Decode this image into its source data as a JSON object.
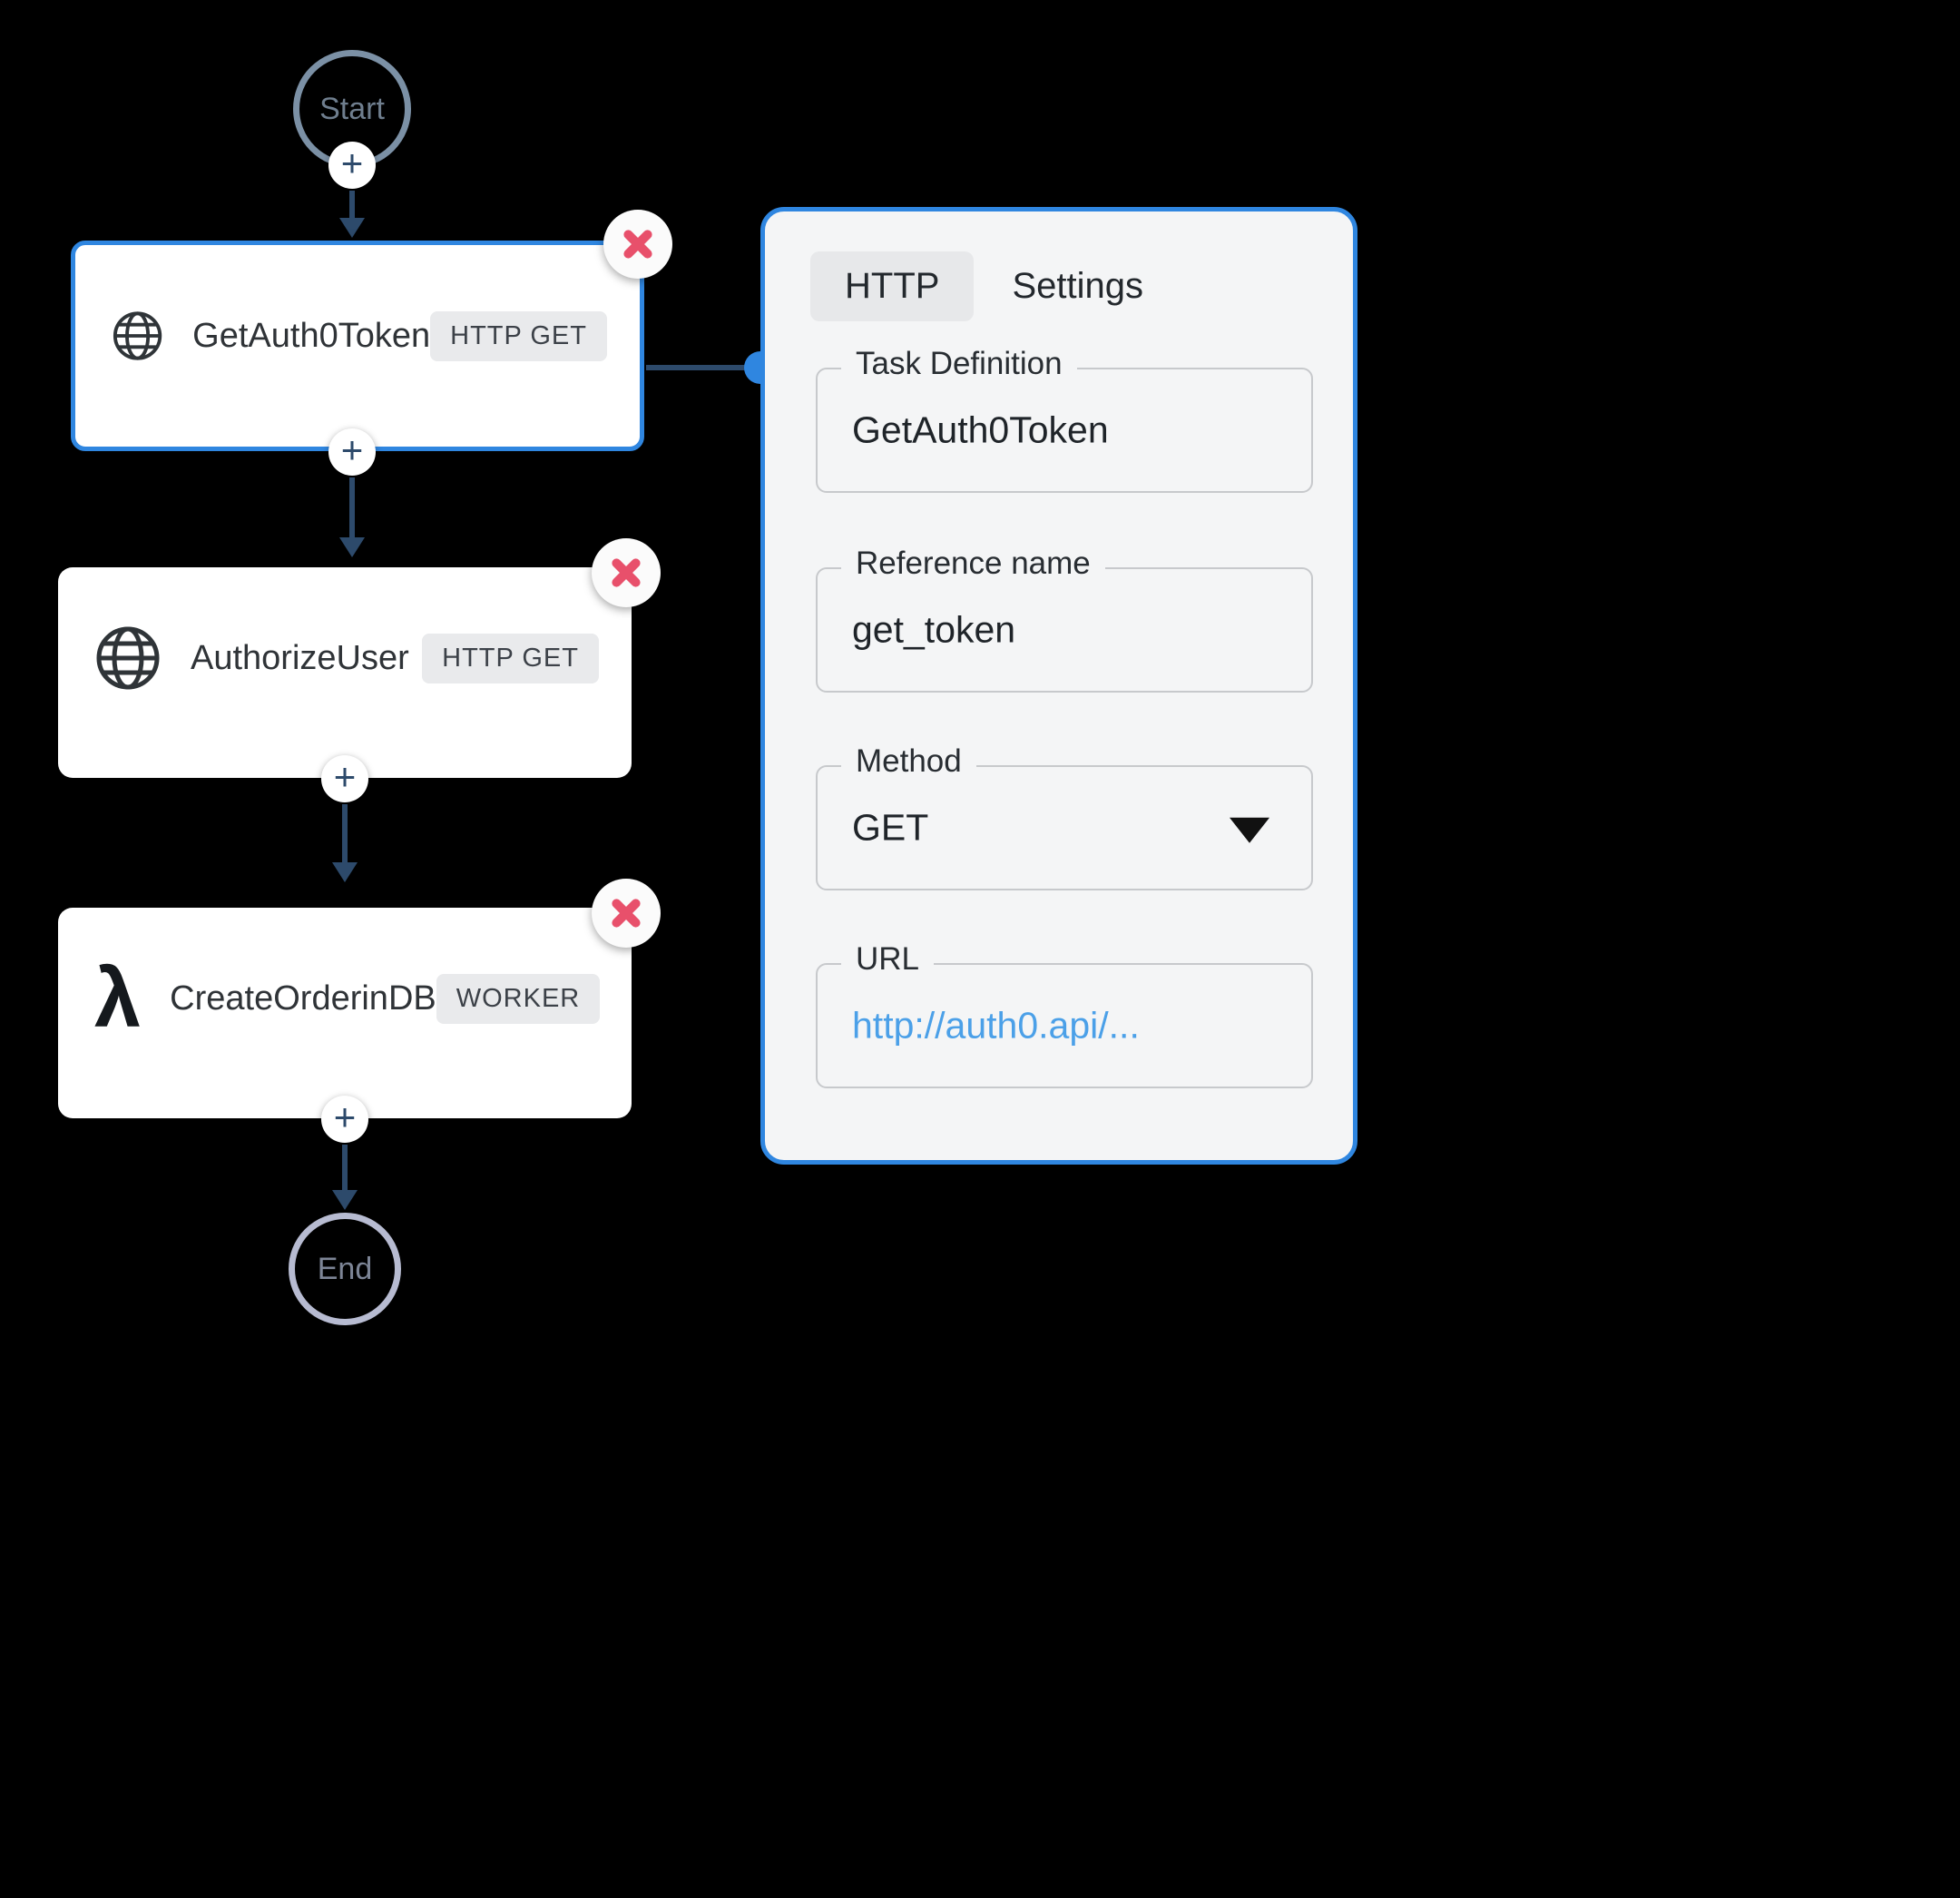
{
  "flow": {
    "start_label": "Start",
    "end_label": "End",
    "add_label": "+"
  },
  "nodes": [
    {
      "title": "GetAuth0Token",
      "badge": "HTTP GET",
      "icon": "globe-icon",
      "selected": true
    },
    {
      "title": "AuthorizeUser",
      "badge": "HTTP GET",
      "icon": "globe-icon",
      "selected": false
    },
    {
      "title": "CreateOrderinDB",
      "badge": "WORKER",
      "icon": "lambda-icon",
      "selected": false
    }
  ],
  "icons": {
    "lambda": "λ"
  },
  "panel": {
    "tabs": [
      {
        "label": "HTTP",
        "active": true
      },
      {
        "label": "Settings",
        "active": false
      }
    ],
    "fields": {
      "task_definition": {
        "label": "Task Definition",
        "value": "GetAuth0Token"
      },
      "reference_name": {
        "label": "Reference name",
        "value": "get_token"
      },
      "method": {
        "label": "Method",
        "value": "GET"
      },
      "url": {
        "label": "URL",
        "value": "http://auth0.api/..."
      }
    }
  },
  "colors": {
    "accent_blue": "#2f86e0",
    "line_navy": "#2d4a6b",
    "delete_red": "#e8506b",
    "link_blue": "#4ba0e8",
    "panel_bg": "#f4f5f6"
  }
}
